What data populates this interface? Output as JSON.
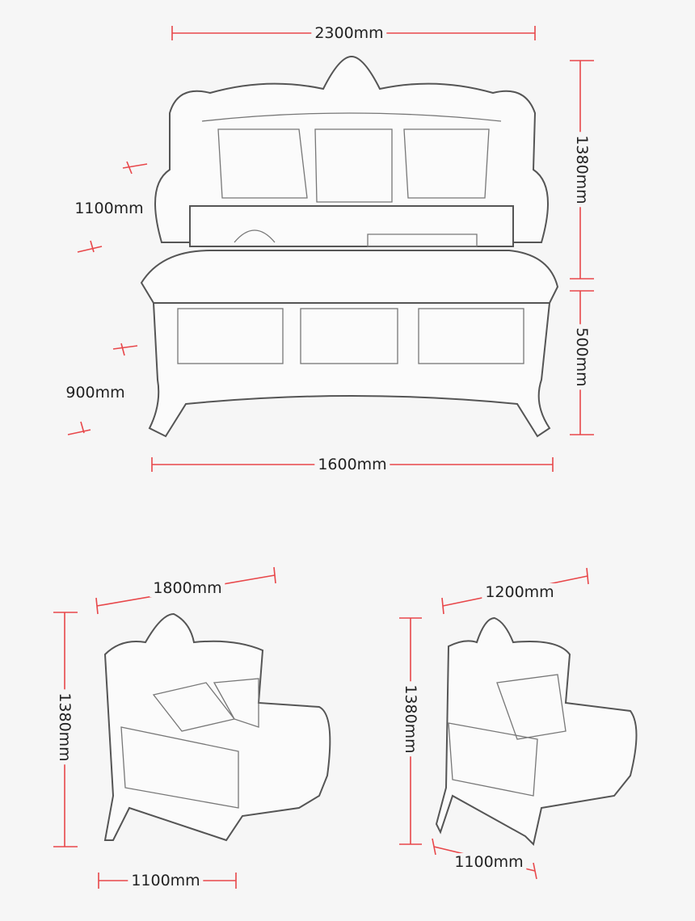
{
  "colors": {
    "dimension_line": "#e8474a",
    "sketch": "#555555",
    "background": "#f6f6f6"
  },
  "sofa_set": {
    "width": "2300mm",
    "height": "1380mm",
    "seat_height": "1100mm"
  },
  "coffee_table": {
    "height": "500mm",
    "depth": "900mm",
    "width": "1600mm"
  },
  "loveseat": {
    "width": "1800mm",
    "height": "1380mm",
    "depth": "1100mm"
  },
  "armchair": {
    "width": "1200mm",
    "height": "1380mm",
    "depth": "1100mm"
  }
}
